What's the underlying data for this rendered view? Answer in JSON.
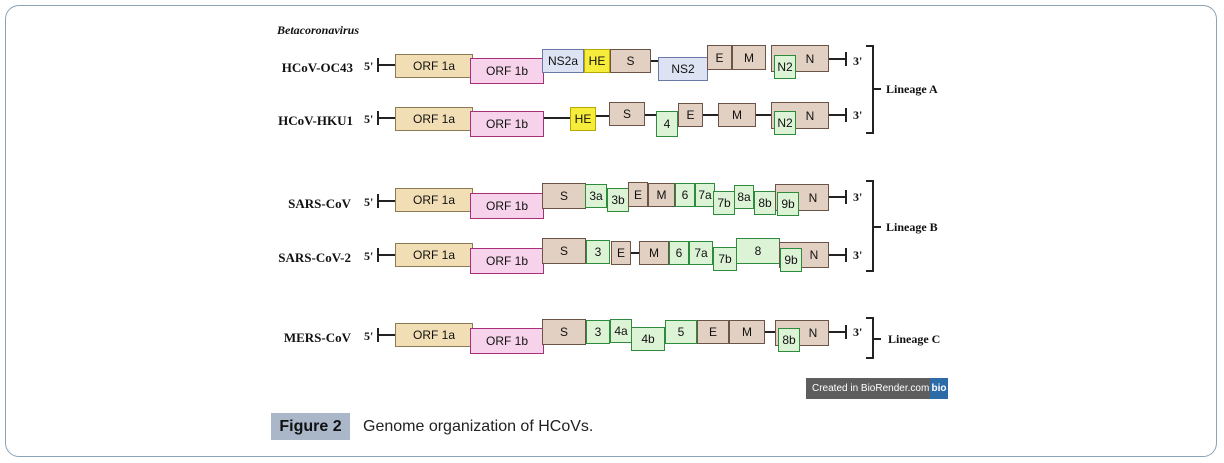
{
  "genus": "Betacoronavirus",
  "lineages": [
    "Lineage A",
    "Lineage B",
    "Lineage C"
  ],
  "viruses": [
    {
      "name": "HCoV-OC43",
      "five": "5'",
      "three": "3'",
      "genes": [
        "ORF 1a",
        "ORF 1b",
        "NS2a",
        "HE",
        "S",
        "NS2",
        "E",
        "M",
        "N2",
        "N"
      ]
    },
    {
      "name": "HCoV-HKU1",
      "five": "5'",
      "three": "3'",
      "genes": [
        "ORF 1a",
        "ORF 1b",
        "HE",
        "S",
        "4",
        "E",
        "M",
        "N2",
        "N"
      ]
    },
    {
      "name": "SARS-CoV",
      "five": "5'",
      "three": "3'",
      "genes": [
        "ORF 1a",
        "ORF 1b",
        "S",
        "3a",
        "3b",
        "E",
        "M",
        "6",
        "7a",
        "7b",
        "8a",
        "8b",
        "9b",
        "N"
      ]
    },
    {
      "name": "SARS-CoV-2",
      "five": "5'",
      "three": "3'",
      "genes": [
        "ORF 1a",
        "ORF 1b",
        "S",
        "3",
        "E",
        "M",
        "6",
        "7a",
        "7b",
        "8",
        "9b",
        "N"
      ]
    },
    {
      "name": "MERS-CoV",
      "five": "5'",
      "three": "3'",
      "genes": [
        "ORF 1a",
        "ORF 1b",
        "S",
        "3",
        "4a",
        "4b",
        "5",
        "E",
        "M",
        "8b",
        "N"
      ]
    }
  ],
  "watermark": {
    "text": "Created in BioRender.com",
    "logo": "bio"
  },
  "figure": {
    "label": "Figure 2",
    "caption": "Genome organization of HCoVs."
  },
  "colors": {
    "orf1a": "#f2deb4",
    "orf1b": "#f6d3ea",
    "structural": "#e2d0c2",
    "accessory": "#ddf3d6",
    "ns2": "#dde3f2",
    "he": "#f6ec3c"
  }
}
